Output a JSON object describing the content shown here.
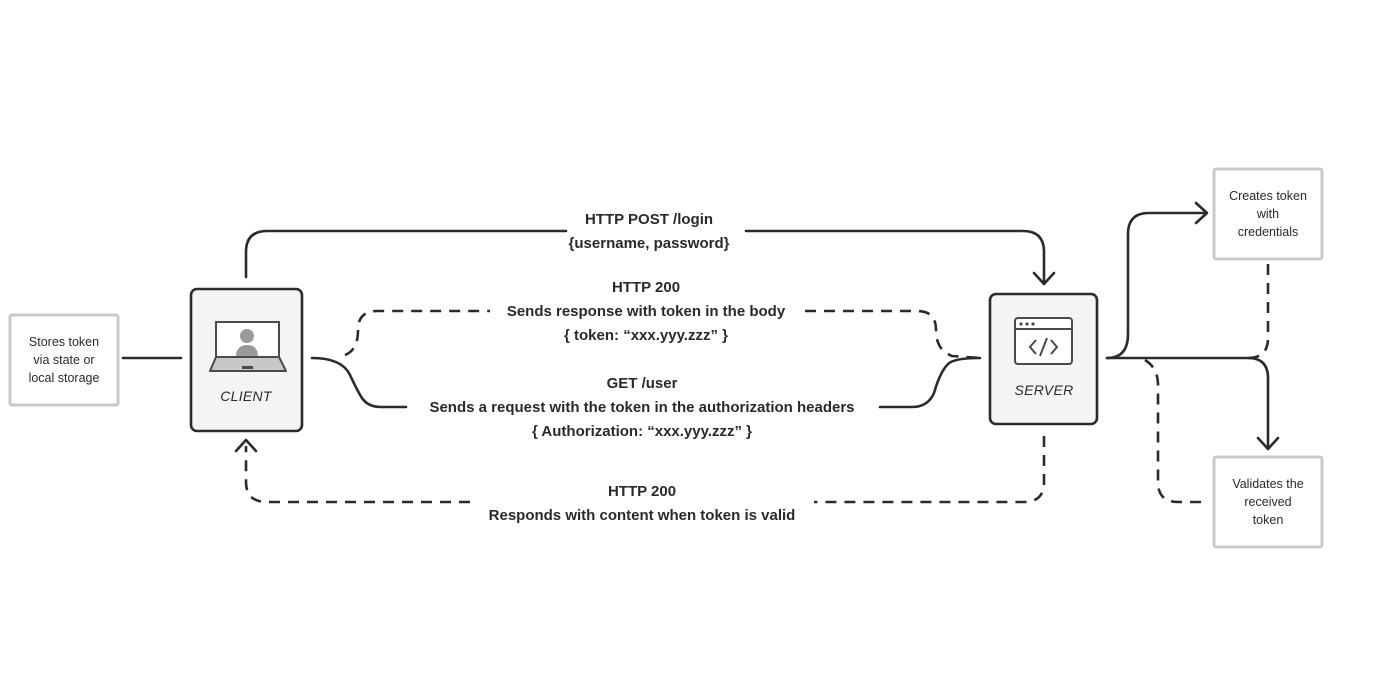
{
  "nodes": {
    "client": {
      "label": "CLIENT",
      "icon": "laptop-user-icon"
    },
    "server": {
      "label": "SERVER",
      "icon": "code-window-icon"
    },
    "storage_note": {
      "lines": [
        "Stores token",
        "via state or",
        "local storage"
      ]
    },
    "create_note": {
      "lines": [
        "Creates token",
        "with",
        "credentials"
      ]
    },
    "validate_note": {
      "lines": [
        "Validates the",
        "received",
        "token"
      ]
    }
  },
  "edges": {
    "login": {
      "lines": [
        "HTTP POST /login",
        "{username, password}"
      ]
    },
    "token_response": {
      "lines": [
        "HTTP 200",
        "Sends response with token in the body",
        "{ token: “xxx.yyy.zzz” }"
      ]
    },
    "get_user": {
      "lines": [
        "GET /user",
        "Sends a request with the token in the authorization headers",
        "{ Authorization: “xxx.yyy.zzz” }"
      ]
    },
    "content_response": {
      "lines": [
        "HTTP 200",
        "Responds with content when token is valid"
      ]
    }
  },
  "colors": {
    "stroke": "#2b2b2b",
    "node_fill": "#f3f4f4",
    "note_border": "#c9c9c9",
    "text": "#2a2a2a"
  }
}
